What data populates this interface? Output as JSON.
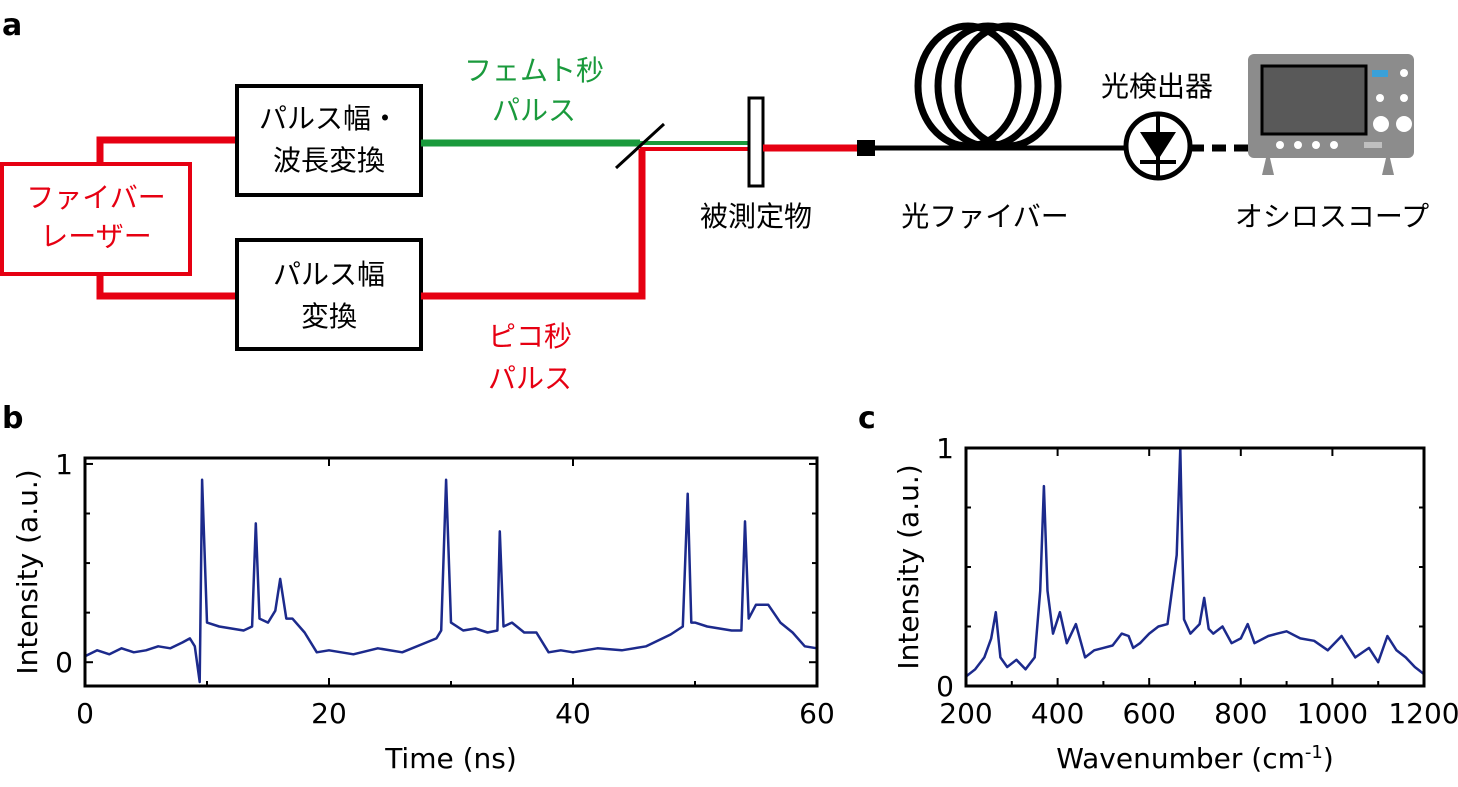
{
  "panel_labels": {
    "a": "a",
    "b": "b",
    "c": "c"
  },
  "colors": {
    "red": "#e60012",
    "green": "#1a9a3c",
    "series": "#1c2a8c",
    "scope_body": "#8c8c8c",
    "scope_screen": "#595959",
    "scope_accent": "#3aa0d8"
  },
  "diagram": {
    "laser_label_1": "ファイバー",
    "laser_label_2": "レーザー",
    "box_top_1": "パルス幅・",
    "box_top_2": "波長変換",
    "box_bottom_1": "パルス幅",
    "box_bottom_2": "変換",
    "fs_label_1": "フェムト秒",
    "fs_label_2": "パルス",
    "ps_label_1": "ピコ秒",
    "ps_label_2": "パルス",
    "sample_label": "被測定物",
    "fiber_label": "光ファイバー",
    "detector_label": "光検出器",
    "scope_label": "オシロスコープ"
  },
  "chart_data": [
    {
      "type": "line",
      "xlabel": "Time (ns)",
      "ylabel": "Intensity (a.u.)",
      "xlim": [
        0,
        60
      ],
      "ylim": [
        -0.12,
        1.03
      ],
      "xticks": [
        0,
        20,
        40,
        60
      ],
      "yticks": [
        0,
        1
      ],
      "x": [
        0.0,
        1.0,
        2.0,
        3.0,
        4.0,
        5.0,
        6.0,
        7.0,
        8.0,
        8.6,
        9.0,
        9.4,
        9.6,
        10.0,
        11.0,
        12.0,
        13.0,
        13.7,
        14.0,
        14.3,
        15.0,
        15.6,
        16.0,
        16.5,
        17.0,
        18.0,
        19.0,
        20.0,
        22.0,
        24.0,
        26.0,
        28.0,
        28.8,
        29.2,
        29.6,
        30.0,
        31.0,
        32.0,
        33.0,
        33.8,
        34.0,
        34.3,
        35.0,
        36.0,
        37.0,
        38.0,
        39.0,
        40.0,
        42.0,
        44.0,
        46.0,
        48.0,
        49.0,
        49.4,
        49.7,
        50.0,
        51.0,
        52.0,
        53.0,
        53.8,
        54.1,
        54.4,
        55.0,
        56.0,
        57.0,
        58.0,
        59.0,
        60.0
      ],
      "y": [
        0.03,
        0.06,
        0.04,
        0.07,
        0.05,
        0.06,
        0.08,
        0.07,
        0.1,
        0.12,
        0.08,
        -0.1,
        0.92,
        0.2,
        0.18,
        0.17,
        0.16,
        0.18,
        0.7,
        0.22,
        0.2,
        0.26,
        0.42,
        0.22,
        0.22,
        0.15,
        0.05,
        0.06,
        0.04,
        0.07,
        0.05,
        0.1,
        0.12,
        0.16,
        0.92,
        0.2,
        0.16,
        0.17,
        0.15,
        0.16,
        0.66,
        0.18,
        0.2,
        0.15,
        0.15,
        0.05,
        0.06,
        0.05,
        0.07,
        0.06,
        0.08,
        0.14,
        0.18,
        0.85,
        0.2,
        0.2,
        0.18,
        0.17,
        0.16,
        0.16,
        0.71,
        0.22,
        0.29,
        0.29,
        0.2,
        0.15,
        0.08,
        0.07
      ]
    },
    {
      "type": "line",
      "xlabel": "Wavenumber (cm",
      "xlabel_sup": "-1",
      "xlabel_end": ")",
      "ylabel": "Intensity (a.u.)",
      "xlim": [
        200,
        1200
      ],
      "ylim": [
        0,
        1
      ],
      "xticks": [
        200,
        400,
        600,
        800,
        1000,
        1200
      ],
      "yticks": [
        0,
        1
      ],
      "x": [
        200,
        220,
        240,
        255,
        265,
        275,
        290,
        310,
        330,
        350,
        362,
        370,
        378,
        390,
        405,
        420,
        440,
        460,
        480,
        500,
        520,
        540,
        555,
        565,
        580,
        600,
        620,
        640,
        660,
        668,
        672,
        676,
        690,
        710,
        720,
        730,
        740,
        760,
        780,
        800,
        815,
        830,
        860,
        880,
        900,
        930,
        960,
        990,
        1020,
        1050,
        1080,
        1100,
        1120,
        1140,
        1160,
        1180,
        1200
      ],
      "y": [
        0.04,
        0.07,
        0.12,
        0.2,
        0.31,
        0.12,
        0.08,
        0.11,
        0.07,
        0.12,
        0.4,
        0.84,
        0.4,
        0.22,
        0.31,
        0.18,
        0.26,
        0.12,
        0.15,
        0.16,
        0.17,
        0.22,
        0.21,
        0.16,
        0.18,
        0.22,
        0.25,
        0.26,
        0.55,
        1.0,
        0.6,
        0.28,
        0.22,
        0.26,
        0.37,
        0.24,
        0.22,
        0.25,
        0.18,
        0.2,
        0.26,
        0.18,
        0.21,
        0.22,
        0.23,
        0.2,
        0.19,
        0.15,
        0.21,
        0.12,
        0.16,
        0.1,
        0.21,
        0.15,
        0.12,
        0.08,
        0.05
      ]
    }
  ]
}
